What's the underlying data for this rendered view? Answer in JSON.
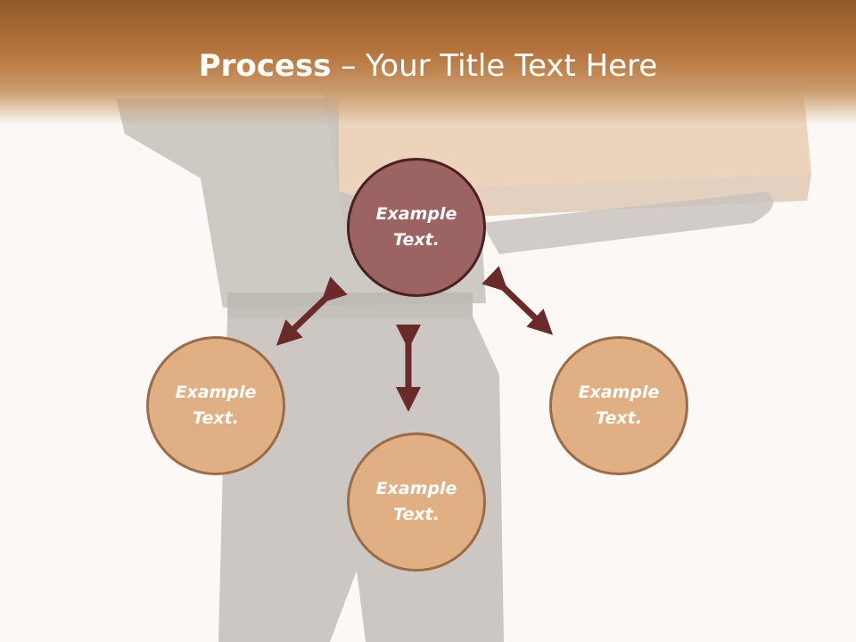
{
  "slide": {
    "title_bold": "Process",
    "title_rest": " – Your Title Text Here"
  },
  "diagram": {
    "center": {
      "line1": "Example",
      "line2": "Text."
    },
    "left": {
      "line1": "Example",
      "line2": "Text."
    },
    "bottom": {
      "line1": "Example",
      "line2": "Text."
    },
    "right": {
      "line1": "Example",
      "line2": "Text."
    }
  },
  "colors": {
    "header": "#b8773f",
    "center_fill": "#9b6462",
    "center_border": "#4d1f1f",
    "outer_fill": "#e0b084",
    "outer_border": "#9a6c48",
    "arrow": "#6b2a2a"
  }
}
